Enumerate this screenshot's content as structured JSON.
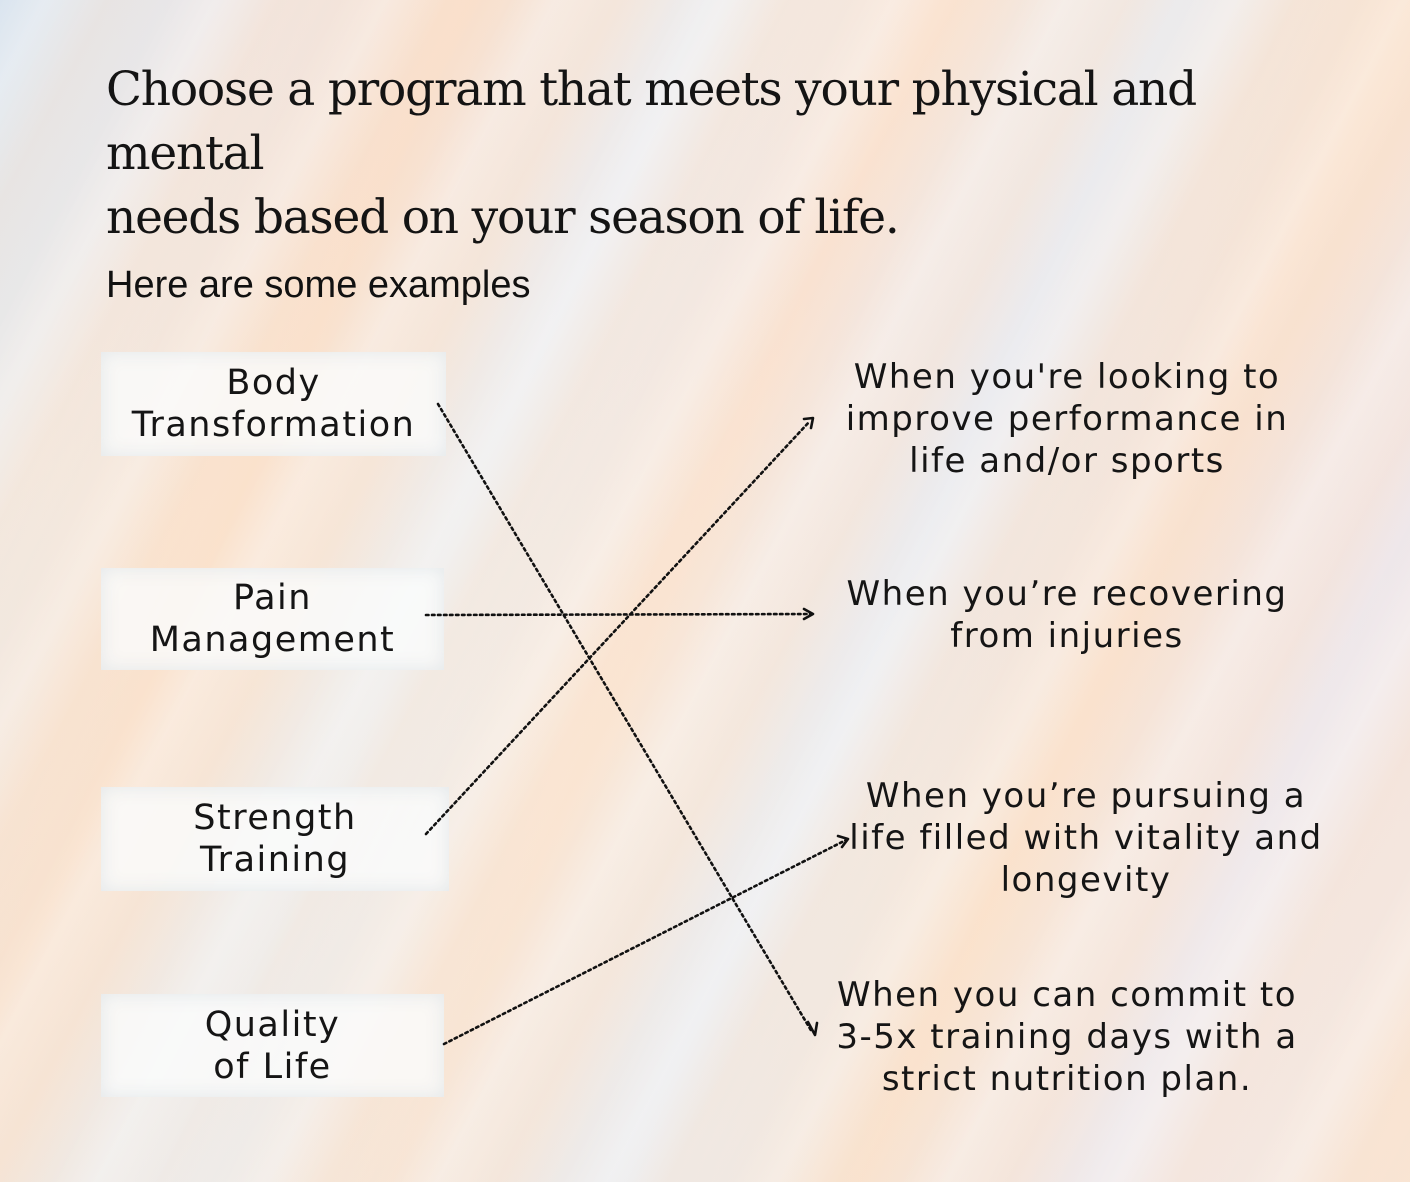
{
  "headline": {
    "line1": "Choose a program that meets your physical and mental",
    "line2": "needs based on your season of life."
  },
  "subheading": "Here are some examples",
  "programs": [
    {
      "lines": [
        "Body",
        "Transformation"
      ]
    },
    {
      "lines": [
        "Pain",
        "Management"
      ]
    },
    {
      "lines": [
        "Strength",
        "Training"
      ]
    },
    {
      "lines": [
        "Quality",
        "of Life"
      ]
    }
  ],
  "descriptions": [
    {
      "lines": [
        "When you're looking to",
        "improve performance in",
        "life and/or sports"
      ]
    },
    {
      "lines": [
        "When you’re recovering",
        "from injuries"
      ]
    },
    {
      "lines": [
        "When you’re pursuing a",
        "life filled with vitality and",
        "longevity"
      ]
    },
    {
      "lines": [
        "When you can commit to",
        "3-5x training days with a",
        "strict nutrition plan."
      ]
    }
  ],
  "connections": [
    {
      "from": "Body Transformation",
      "to": "When you can commit to 3-5x training days with a strict nutrition plan."
    },
    {
      "from": "Pain Management",
      "to": "When you’re recovering from injuries"
    },
    {
      "from": "Strength Training",
      "to": "When you're looking to improve performance in life and/or sports"
    },
    {
      "from": "Quality of Life",
      "to": "When you’re pursuing a life filled with vitality and longevity"
    }
  ],
  "colors": {
    "text": "#111111",
    "connector": "#111111",
    "program_box": "#f8f9f9"
  }
}
